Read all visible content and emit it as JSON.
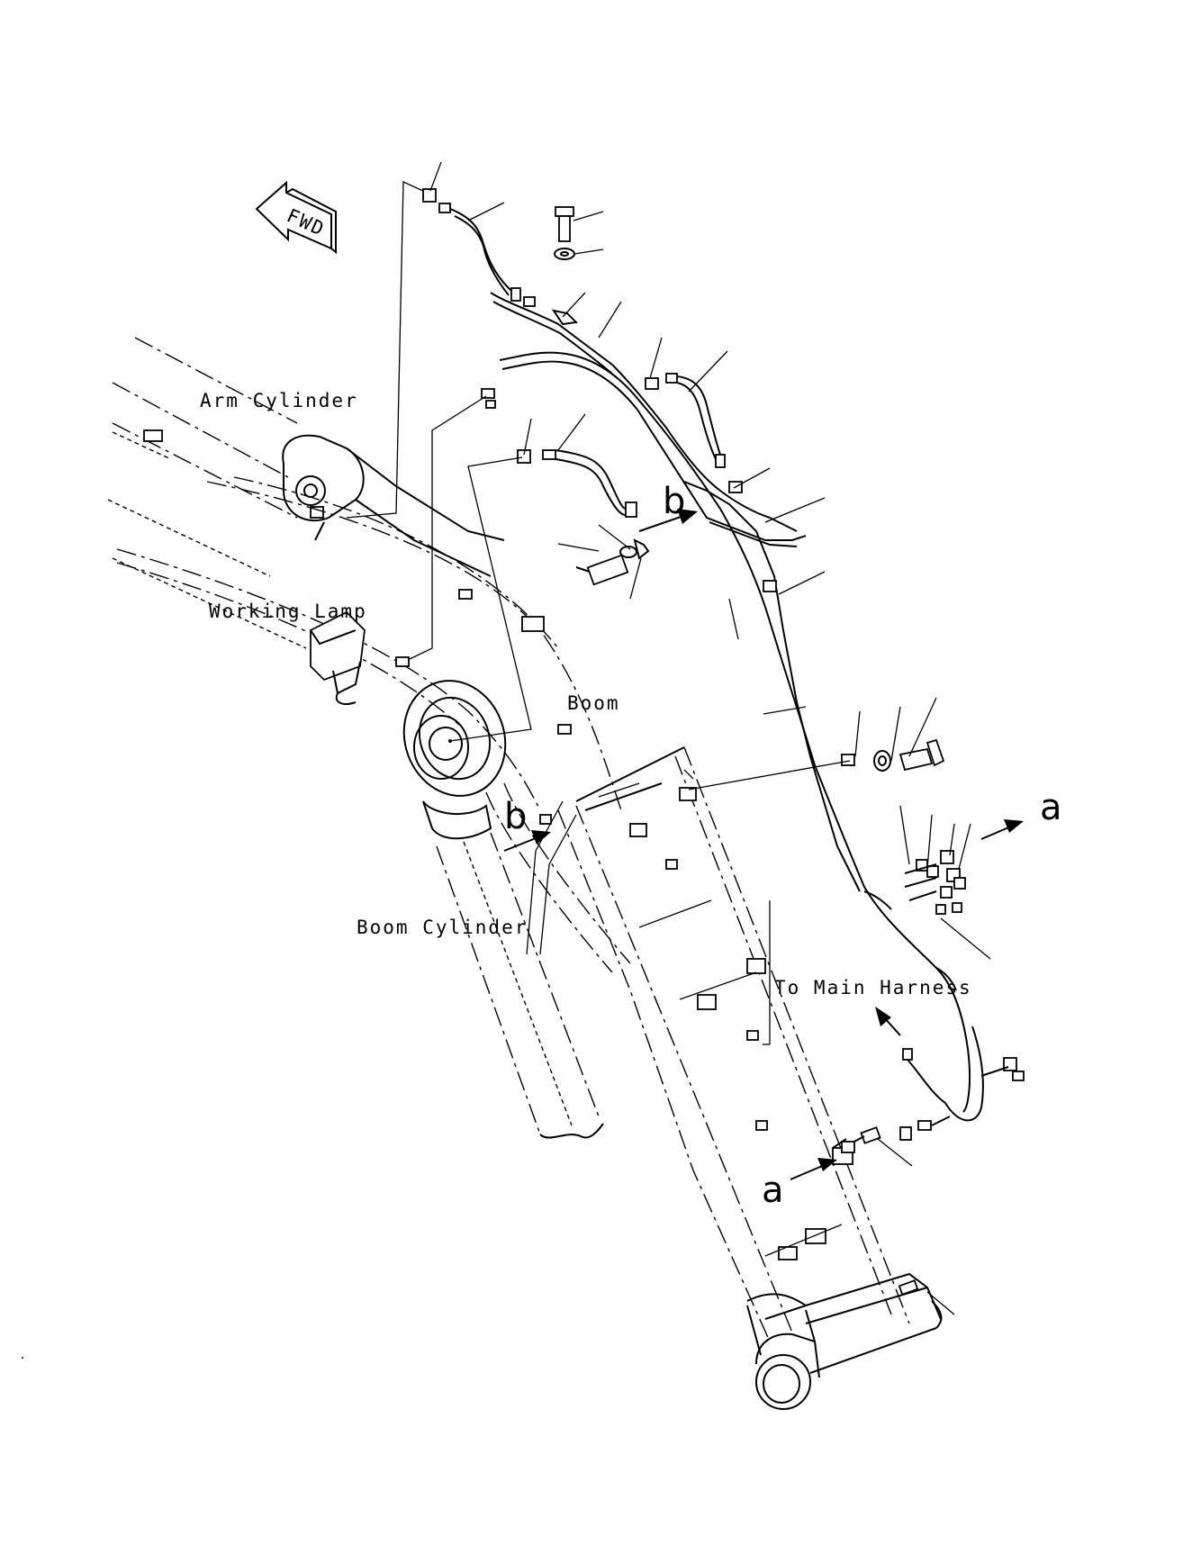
{
  "labels": {
    "fwd": "FWD",
    "arm_cylinder": "Arm Cylinder",
    "working_lamp": "Working Lamp",
    "boom": "Boom",
    "boom_cylinder": "Boom Cylinder",
    "to_main_harness": "To Main Harness"
  },
  "callouts": {
    "a_upper": "a",
    "a_lower": "a",
    "b_upper": "b",
    "b_lower": "b"
  }
}
